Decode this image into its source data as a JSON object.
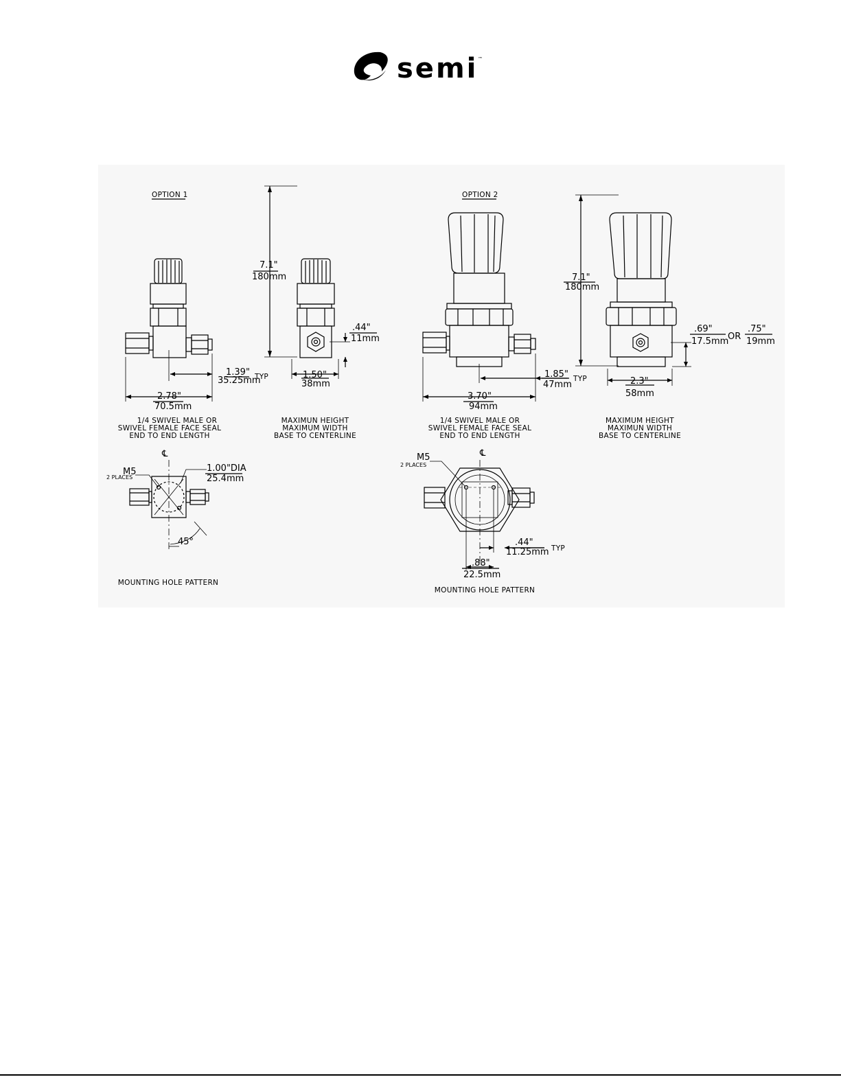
{
  "logo": {
    "wordmark": "semi",
    "tm": "™"
  },
  "option1": {
    "heading": "OPTION 1",
    "side_dims": {
      "typ_in": "1.39\"",
      "typ_mm": "35.25mm",
      "typ": "TYP",
      "len_in": "2.78\"",
      "len_mm": "70.5mm"
    },
    "side_caption": [
      "1/4 SWIVEL MALE OR",
      "SWIVEL FEMALE FACE SEAL",
      "END TO END LENGTH"
    ],
    "height_in": "7.1\"",
    "height_mm": "180mm",
    "front_dims": {
      "cl_in": ".44\"",
      "cl_mm": "11mm",
      "w_in": "1.50\"",
      "w_mm": "38mm"
    },
    "front_caption": [
      "MAXIMUN HEIGHT",
      "MAXIMUM WIDTH",
      "BASE TO CENTERLINE"
    ],
    "mount": {
      "hole": "M5",
      "places": "2 PLACES",
      "cl": "℄",
      "dia_in": "1.00\"DIA",
      "dia_mm": "25.4mm",
      "angle": "45°",
      "caption": "MOUNTING HOLE PATTERN"
    }
  },
  "option2": {
    "heading": "OPTION 2",
    "side_dims": {
      "typ_in": "1.85\"",
      "typ_mm": "47mm",
      "typ": "TYP",
      "len_in": "3.70\"",
      "len_mm": "94mm"
    },
    "side_caption": [
      "1/4 SWIVEL MALE OR",
      "SWIVEL FEMALE FACE SEAL",
      "END TO END LENGTH"
    ],
    "height_in": "7.1\"",
    "height_mm": "180mm",
    "front_dims": {
      "cl_a_in": ".69\"",
      "cl_a_mm": "17.5mm",
      "or": "OR",
      "cl_b_in": ".75\"",
      "cl_b_mm": "19mm",
      "w_in": "2.3\"",
      "w_mm": "58mm"
    },
    "front_caption": [
      "MAXIMUM HEIGHT",
      "MAXIMUN WIDTH",
      "BASE TO CENTERLINE"
    ],
    "mount": {
      "hole": "M5",
      "places": "2 PLACES",
      "cl": "℄",
      "off_in": ".44\"",
      "off_mm": "11.25mm",
      "typ": "TYP",
      "sp_in": ".88\"",
      "sp_mm": "22.5mm",
      "caption": "MOUNTING HOLE PATTERN"
    }
  }
}
